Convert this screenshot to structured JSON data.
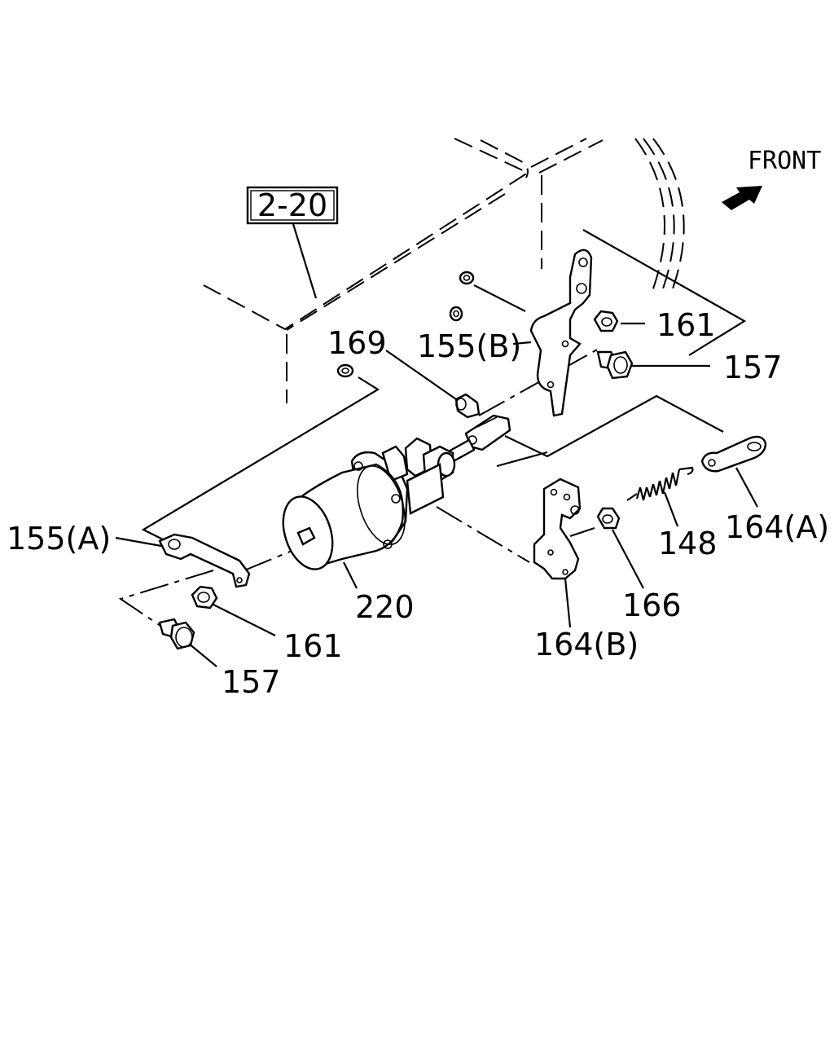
{
  "front_label": "FRONT",
  "ref_box": "2-20",
  "labels": {
    "l161_top": "161",
    "l157_top": "157",
    "l169": "169",
    "l155b": "155(B)",
    "l155a": "155(A)",
    "l220": "220",
    "l161_bot": "161",
    "l157_bot": "157",
    "l164b": "164(B)",
    "l166": "166",
    "l148": "148",
    "l164a": "164(A)"
  }
}
